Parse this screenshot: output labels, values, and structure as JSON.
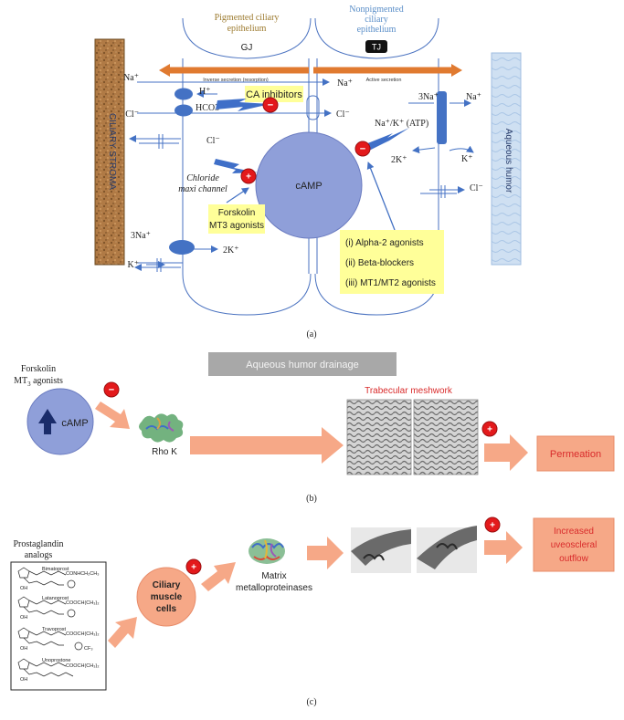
{
  "panel_a": {
    "pigmented_label_1": "Pigmented ciliary",
    "pigmented_label_2": "epithelium",
    "nonpigmented_label_1": "Nonpigmented",
    "nonpigmented_label_2": "ciliary",
    "nonpigmented_label_3": "epithelium",
    "gj": "GJ",
    "tj": "TJ",
    "inverse_secretion": "Inverse secretion (resorption)",
    "active_secretion": "Active secretion",
    "stroma": "CILIARY STROMA",
    "aqueous": "Aqueous humor",
    "na_left": "Na⁺",
    "na_mid": "Na⁺",
    "h_plus": "H⁺",
    "hco3": "HCO3⁻",
    "ca_inhibitors": "CA inhibitors",
    "cl_left": "Cl⁻",
    "cl_mid": "Cl⁻",
    "cl_lower": "Cl⁻",
    "three_na_right": "3Na⁺",
    "na_right": "Na⁺",
    "na_k_atp": "Na⁺/K⁺ (ATP)",
    "two_k_right": "2K⁺",
    "k_right": "K⁺",
    "cl_right": "Cl⁻",
    "chloride_1": "Chloride",
    "chloride_2": "maxi channel",
    "camp": "cAMP",
    "forskolin_1": "Forskolin",
    "forskolin_2": "MT3 agonists",
    "agonist_1": "(i) Alpha-2 agonists",
    "agonist_2": "(ii) Beta-blockers",
    "agonist_3": "(iii) MT1/MT2 agonists",
    "three_na_bottom": "3Na⁺",
    "two_k_bottom": "2K⁺",
    "k_bottom": "K⁺",
    "plus": "+",
    "minus": "−",
    "caption": "(a)"
  },
  "panel_b": {
    "drainage": "Aqueous humor drainage",
    "forskolin_1": "Forskolin",
    "forskolin_2": "MT",
    "forskolin_sub": "3",
    "forskolin_3": " agonists",
    "camp": "cAMP",
    "rho_k": "Rho K",
    "trabecular": "Trabecular meshwork",
    "permeation": "Permeation",
    "plus": "+",
    "minus": "−",
    "caption": "(b)"
  },
  "panel_c": {
    "prostaglandin_1": "Prostaglandin",
    "prostaglandin_2": "analogs",
    "bimatoprost": "Bimatoprost",
    "latanoprost": "Latanoprost",
    "travoprost": "Travoprost",
    "unoprostone": "Unoprostone",
    "conhch2ch3": "CONHCH₂CH₃",
    "cooch_1": "COOCH(CH₃)₂",
    "cooch_2": "COOCH(CH₃)₂",
    "cooch_3": "COOCH(CH₃)₂",
    "cf3": "CF₃",
    "oh": "OH",
    "ciliary_1": "Ciliary",
    "ciliary_2": "muscle",
    "ciliary_3": "cells",
    "mmp_1": "Matrix",
    "mmp_2": "metalloproteinases",
    "outflow_1": "Increased",
    "outflow_2": "uveoscleral",
    "outflow_3": "outflow",
    "plus": "+",
    "caption": "(c)"
  },
  "colors": {
    "cell_line": "#4a72c0",
    "transport": "#4472c4",
    "camp_fill": "#8f9fd9",
    "yellow_box": "#ffff99",
    "orange_bar": "#e07a30",
    "salmon": "#f6a887",
    "red_badge": "#e3191b",
    "stroma": "#b27a45",
    "aqueous": "#c9dcf0",
    "pigmented_text": "#9c7a2e",
    "nonpigmented_text": "#5a8ec8",
    "grey_banner": "#a8a8a8"
  }
}
